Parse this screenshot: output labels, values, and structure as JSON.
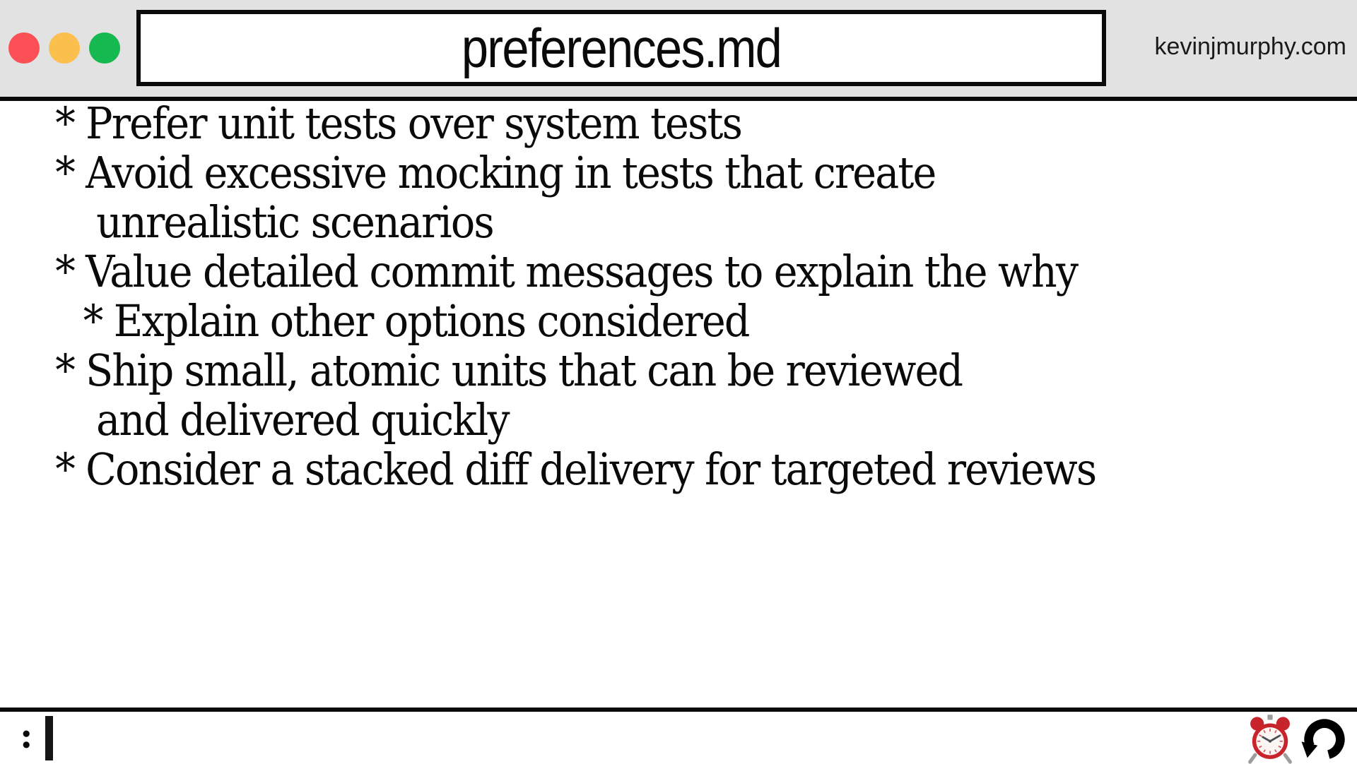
{
  "window": {
    "title": "preferences.md",
    "watermark": "kevinjmurphy.com",
    "traffic_lights": [
      {
        "name": "close",
        "color": "#fa5056"
      },
      {
        "name": "minimize",
        "color": "#fbbf4d"
      },
      {
        "name": "zoom",
        "color": "#15b94f"
      }
    ]
  },
  "editor": {
    "lines": [
      {
        "text": "* Prefer unit tests over system tests",
        "indent": "bullet"
      },
      {
        "text": "* Avoid excessive mocking in tests that create",
        "indent": "bullet"
      },
      {
        "text": "unrealistic scenarios",
        "indent": "continuation"
      },
      {
        "text": "* Value detailed commit messages to explain the why",
        "indent": "bullet"
      },
      {
        "text": "* Explain other options considered",
        "indent": "sub-bullet"
      },
      {
        "text": "* Ship small, atomic units that can be reviewed",
        "indent": "bullet"
      },
      {
        "text": "and delivered quickly",
        "indent": "continuation"
      },
      {
        "text": "* Consider a stacked diff delivery for targeted reviews",
        "indent": "bullet"
      }
    ]
  },
  "statusbar": {
    "prompt": ":",
    "icons": [
      {
        "name": "alarm-clock-icon"
      },
      {
        "name": "undo-arrow-icon"
      }
    ]
  },
  "colors": {
    "header_bg": "#e3e2e2",
    "body_bg": "#ffffff",
    "text": "#0a0a0a",
    "clock_red": "#c8242c",
    "clock_hardware_gray": "#9e9e9e"
  }
}
